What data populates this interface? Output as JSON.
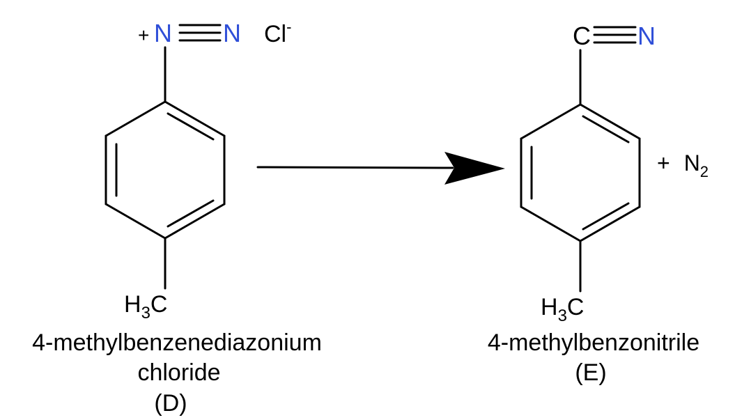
{
  "colors": {
    "bond": "#000000",
    "text": "#000000",
    "nitrogen": "#2f4fd8"
  },
  "reactant": {
    "plus_charge": "+",
    "n1": "N",
    "n2": "N",
    "counter_ion": "Cl",
    "counter_ion_charge": "-",
    "methyl_h": "H",
    "methyl_sub": "3",
    "methyl_c": "C",
    "name_line1": "4-methylbenzenediazonium",
    "name_line2": "chloride",
    "label": "(D)"
  },
  "product": {
    "c": "C",
    "n": "N",
    "methyl_h": "H",
    "methyl_sub": "3",
    "methyl_c": "C",
    "name": "4-methylbenzonitrile",
    "label": "(E)"
  },
  "byproduct": {
    "plus": "+",
    "n": "N",
    "sub": "2"
  }
}
